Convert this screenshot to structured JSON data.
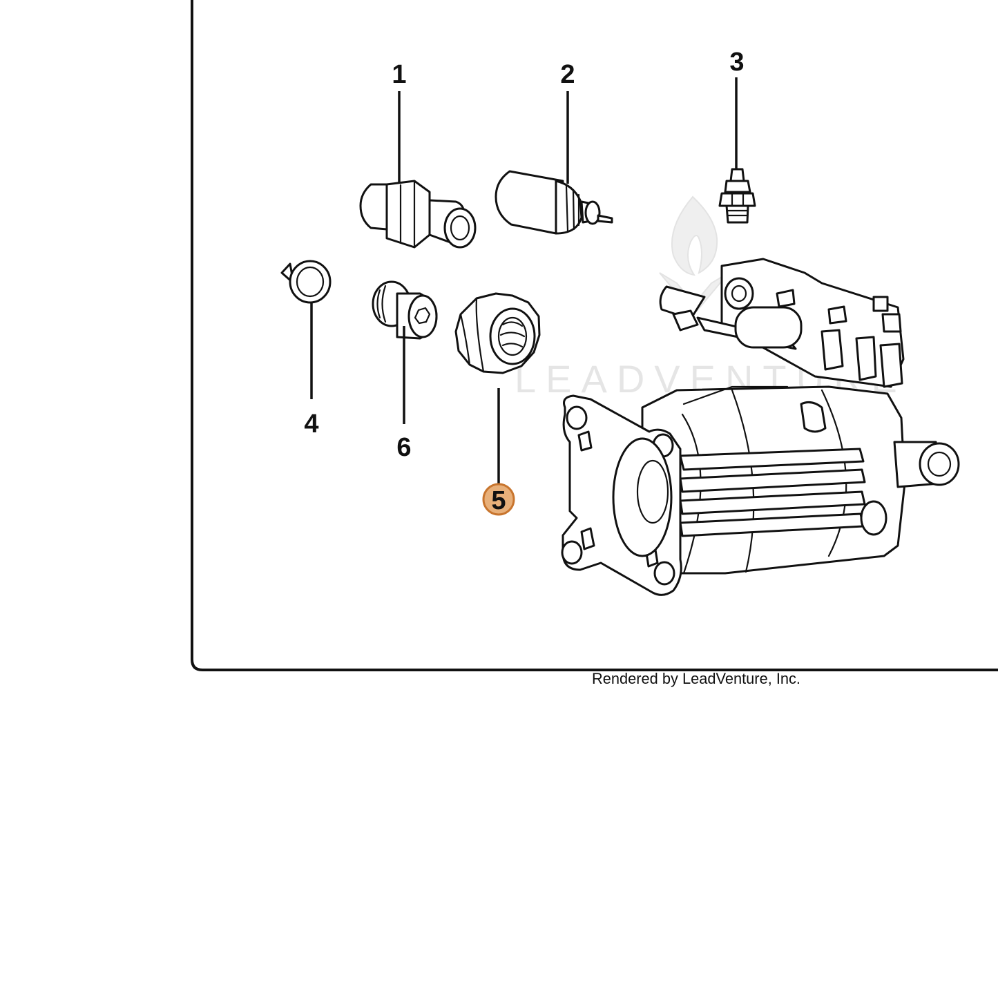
{
  "callouts": [
    {
      "id": "1",
      "label": "1",
      "highlighted": false
    },
    {
      "id": "2",
      "label": "2",
      "highlighted": false
    },
    {
      "id": "3",
      "label": "3",
      "highlighted": false
    },
    {
      "id": "4",
      "label": "4",
      "highlighted": false
    },
    {
      "id": "5",
      "label": "5",
      "highlighted": true
    },
    {
      "id": "6",
      "label": "6",
      "highlighted": false
    }
  ],
  "watermark": {
    "text": "LEADVENTURE"
  },
  "footer": {
    "credit": "Rendered by LeadVenture, Inc."
  },
  "colors": {
    "line": "#111111",
    "highlight_fill": "#e8b07a",
    "highlight_stroke": "#c8752e",
    "watermark": "#e3e3e3",
    "background": "#ffffff"
  },
  "icons": {
    "watermark_logo": "flame-icon"
  }
}
